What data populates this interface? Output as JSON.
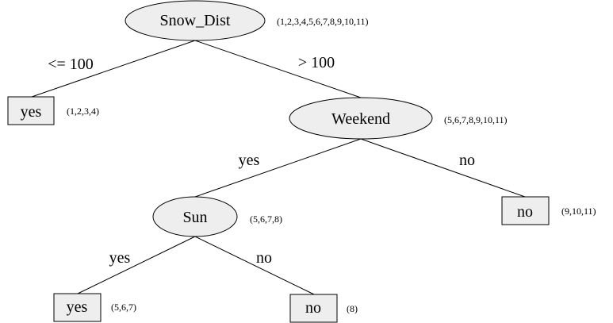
{
  "tree": {
    "nodes": {
      "root": {
        "label": "Snow_Dist",
        "set": "(1,2,3,4,5,6,7,8,9,10,11)",
        "kind": "test"
      },
      "leaf_yes_1": {
        "label": "yes",
        "set": "(1,2,3,4)",
        "kind": "leaf"
      },
      "weekend": {
        "label": "Weekend",
        "set": "(5,6,7,8,9,10,11)",
        "kind": "test"
      },
      "sun": {
        "label": "Sun",
        "set": "(5,6,7,8)",
        "kind": "test"
      },
      "leaf_no_1": {
        "label": "no",
        "set": "(9,10,11)",
        "kind": "leaf"
      },
      "leaf_yes_2": {
        "label": "yes",
        "set": "(5,6,7)",
        "kind": "leaf"
      },
      "leaf_no_2": {
        "label": "no",
        "set": "(8)",
        "kind": "leaf"
      }
    },
    "edges": {
      "root_left": "<= 100",
      "root_right": "> 100",
      "weekend_left": "yes",
      "weekend_right": "no",
      "sun_left": "yes",
      "sun_right": "no"
    }
  }
}
